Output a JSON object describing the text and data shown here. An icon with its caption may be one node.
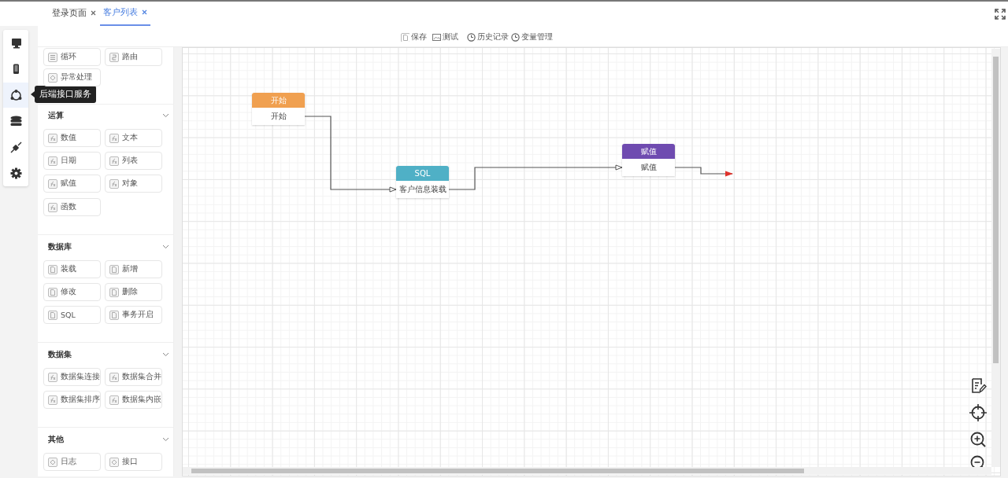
{
  "diagram": {
    "nodes": [
      {
        "text": [
          "开始",
          "开始"
        ]
      },
      {
        "text": [
          "SQL",
          "客户信息装载"
        ]
      },
      {
        "text": [
          "赋值",
          "赋值"
        ]
      }
    ],
    "edges": [
      {
        "from": 0,
        "to": 1,
        "arrow": "to"
      },
      {
        "from": 1,
        "to": 2,
        "arrow": "to"
      },
      {
        "from": 2,
        "to": null,
        "arrow": "to"
      }
    ],
    "labels": [
      "登录页面",
      "客户列表",
      "保存",
      "测试",
      "历史记录",
      "变量管理",
      "后端接口服务",
      "循环",
      "路由",
      "异常处理",
      "运算",
      "数值",
      "文本",
      "日期",
      "列表",
      "赋值",
      "对象",
      "函数",
      "数据库",
      "装载",
      "新增",
      "修改",
      "删除",
      "SQL",
      "事务开启",
      "数据集",
      "数据集连接",
      "数据集合并",
      "数据集排序",
      "数据集内嵌",
      "其他",
      "日志",
      "接口"
    ]
  }
}
